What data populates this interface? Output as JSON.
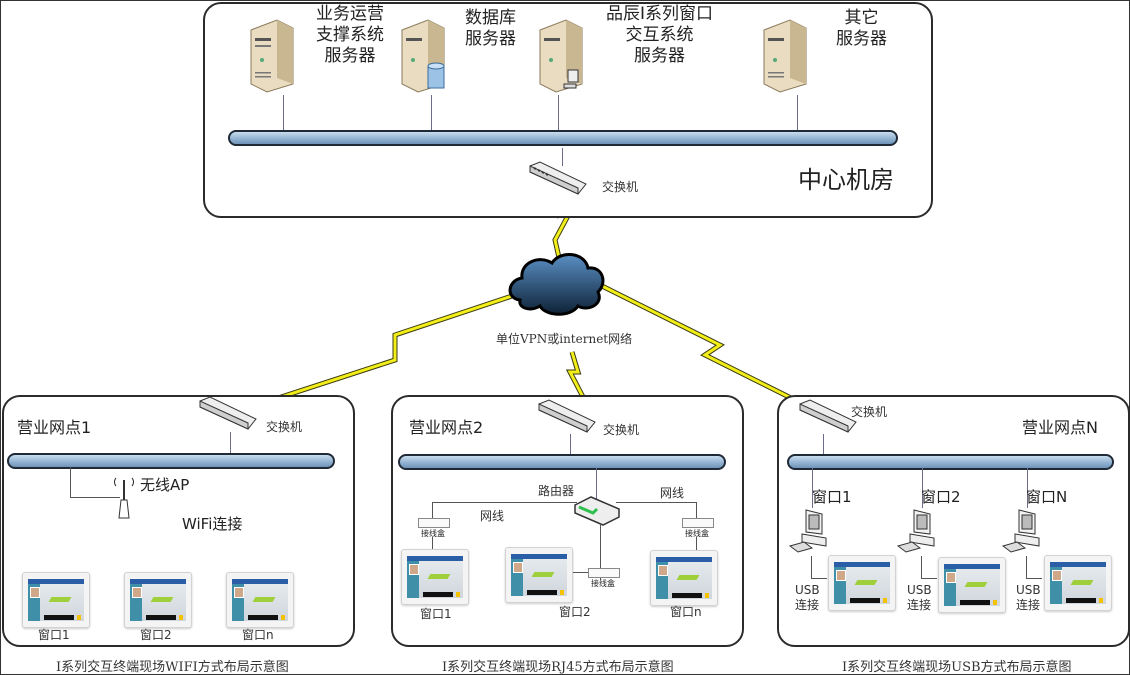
{
  "central": {
    "title": "中心机房",
    "servers": [
      {
        "label_lines": [
          "业务运营",
          "支撑系统",
          "服务器"
        ],
        "icon": "server-tower"
      },
      {
        "label_lines": [
          "数据库",
          "服务器"
        ],
        "icon": "database-server"
      },
      {
        "label_lines": [
          "品辰I系列窗口",
          "交互系统",
          "服务器"
        ],
        "icon": "workstation-server"
      },
      {
        "label_lines": [
          "其它",
          "服务器"
        ],
        "icon": "server-tower"
      }
    ],
    "switch_label": "交换机"
  },
  "network": {
    "label": "单位VPN或internet网络",
    "icon": "cloud"
  },
  "branches": [
    {
      "title": "营业网点1",
      "switch_label": "交换机",
      "ap_label": "无线AP",
      "wifi_label": "WiFi连接",
      "terminals": [
        "窗口1",
        "窗口2",
        "窗口n"
      ],
      "caption": "I系列交互终端现场WIFI方式布局示意图"
    },
    {
      "title": "营业网点2",
      "switch_label": "交换机",
      "router_label": "路由器",
      "cable_label": "网线",
      "cable_label_2": "网线",
      "jack_label": "接线盒",
      "terminals": [
        "窗口1",
        "窗口2",
        "窗口n"
      ],
      "caption": "I系列交互终端现场RJ45方式布局示意图"
    },
    {
      "title": "营业网点N",
      "switch_label": "交换机",
      "pc_labels": [
        "窗口1",
        "窗口2",
        "窗口N"
      ],
      "usb_label_1": "USB",
      "usb_label_2": "连接",
      "caption": "I系列交互终端现场USB方式布局示意图"
    }
  ],
  "colors": {
    "pipe": "#8fb0d0",
    "lightning": "#f2ee1a",
    "cloud": "#2f5f8f",
    "border": "#2b2b2b"
  }
}
